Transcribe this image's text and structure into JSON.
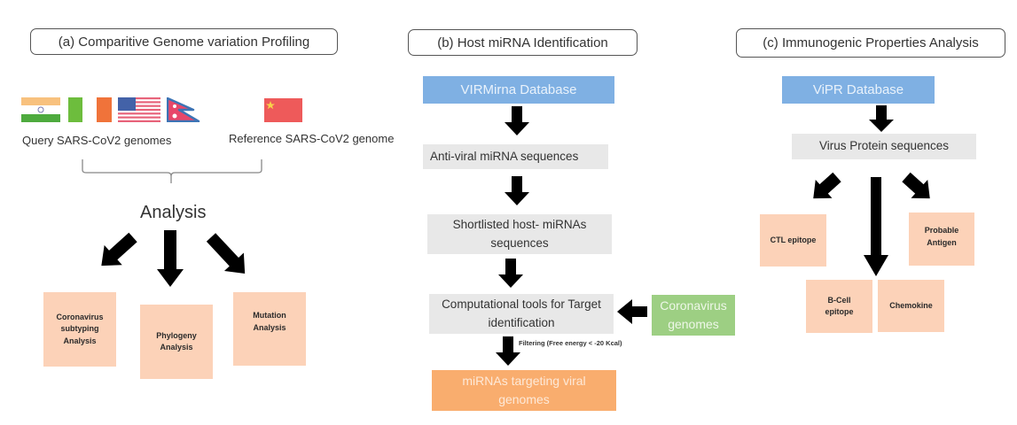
{
  "panel_a": {
    "title": "(a) Comparitive Genome variation Profiling",
    "query_flags": [
      "india-flag",
      "ireland-flag",
      "usa-flag",
      "nepal-flag"
    ],
    "reference_flags": [
      "china-flag"
    ],
    "query_label": "Query SARS-CoV2 genomes",
    "reference_label": "Reference SARS-CoV2 genome",
    "analysis_label": "Analysis",
    "outputs": [
      {
        "label": "Coronavirus subtyping Analysis"
      },
      {
        "label": "Phylogeny Analysis"
      },
      {
        "label": "Mutation Analysis"
      }
    ]
  },
  "panel_b": {
    "title": "(b) Host miRNA Identification",
    "database": "VIRMirna Database",
    "step1": "Anti-viral miRNA sequences",
    "step2": "Shortlisted host- miRNAs sequences",
    "step3": "Computational tools for Target identification",
    "side_input": "Coronavirus genomes",
    "filter_label": "Filtering (Free energy < -20 Kcal)",
    "result": "miRNAs targeting viral genomes"
  },
  "panel_c": {
    "title": "(c) Immunogenic Properties Analysis",
    "database": "ViPR Database",
    "step1": "Virus Protein sequences",
    "outputs": {
      "ctl": "CTL epitope",
      "antigen": "Probable Antigen",
      "bcell": "B-Cell epitope",
      "chemokine": "Chemokine"
    }
  },
  "colors": {
    "database_blue": "#7fb0e3",
    "step_grey": "#e8e8e8",
    "output_peach": "#fcd2b8",
    "input_green": "#9dcf83",
    "result_orange": "#f9ad6e"
  }
}
